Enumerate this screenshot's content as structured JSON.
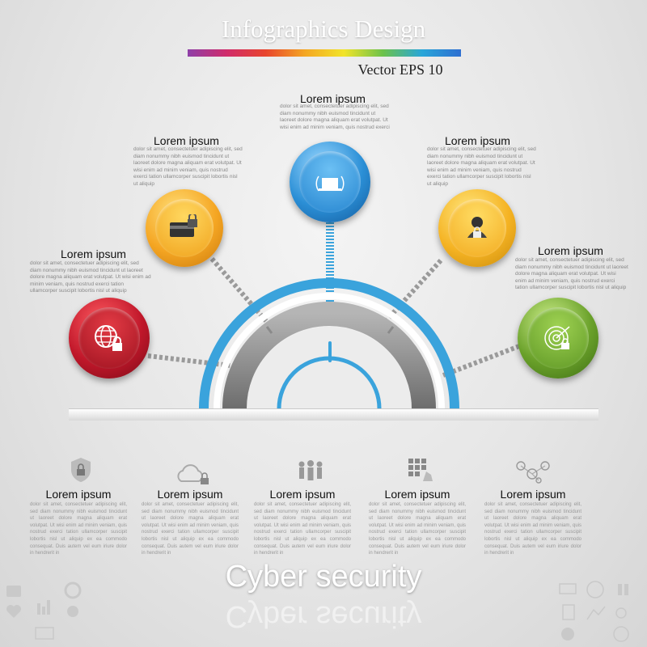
{
  "header": {
    "title": "Infographics Design",
    "subtitle": "Vector  EPS 10"
  },
  "nodes": [
    {
      "id": "globe-lock",
      "title": "Lorem ipsum",
      "body": "dolor sit amet, consectetuer adipiscing elit, sed diam nonummy nibh euismod tincidunt ut laoreet dolore magna aliquam erat volutpat. Ut wisi enim ad minim veniam, quis nostrud exerci tation ullamcorper suscipit lobortis nisl ut aliquip",
      "color": "#c0172a"
    },
    {
      "id": "card-lock",
      "title": "Lorem ipsum",
      "body": "dolor sit amet, consectetuer adipiscing elit, sed diam nonummy nibh euismod tincidunt ut laoreet dolore magna aliquam erat volutpat. Ut wisi enim ad minim veniam, quis nostrud exerci tation ullamcorper suscipit lobortis nisl ut aliquip",
      "color": "#f5a623"
    },
    {
      "id": "laptop-wifi",
      "title": "Lorem ipsum",
      "body": "dolor sit amet, consectetuer adipiscing elit, sed diam nonummy nibh euismod tincidunt ut laoreet dolore magna aliquam erat volutpat. Ut wisi enim ad minim veniam, quis nostrud exerci",
      "color": "#2b8fd6"
    },
    {
      "id": "hacker-lock",
      "title": "Lorem ipsum",
      "body": "dolor sit amet, consectetuer adipiscing elit, sed diam nonummy nibh euismod tincidunt ut laoreet dolore magna aliquam erat volutpat. Ut wisi enim ad minim veniam, quis nostrud exerci tation ullamcorper suscipit lobortis nisl ut aliquip",
      "color": "#f5b323"
    },
    {
      "id": "target-lock",
      "title": "Lorem ipsum",
      "body": "dolor sit amet, consectetuer adipiscing elit, sed diam nonummy nibh euismod tincidunt ut laoreet dolore magna aliquam erat volutpat. Ut wisi enim ad minim veniam, quis nostrud exerci tation ullamcorper suscipit lobortis nisl ut aliquip",
      "color": "#6aa12a"
    }
  ],
  "bottom_items": [
    {
      "icon": "shield-lock-icon",
      "title": "Lorem ipsum",
      "body": "dolor sit amet, consectetuer adipiscing elit, sed diam nonummy nibh euismod tincidunt ut laoreet dolore magna aliquam erat volutpat. Ut wisi enim ad minim veniam, quis nostrud exerci tation ullamcorper suscipit lobortis nisl ut aliquip ex ea commodo consequat. Duis autem vel eum iriure dolor in hendrerit in"
    },
    {
      "icon": "cloud-lock-icon",
      "title": "Lorem ipsum",
      "body": "dolor sit amet, consectetuer adipiscing elit, sed diam nonummy nibh euismod tincidunt ut laoreet dolore magna aliquam erat volutpat. Ut wisi enim ad minim veniam, quis nostrud exerci tation ullamcorper suscipit lobortis nisl ut aliquip ex ea commodo consequat. Duis autem vel eum iriure dolor in hendrerit in"
    },
    {
      "icon": "people-group-icon",
      "title": "Lorem ipsum",
      "body": "dolor sit amet, consectetuer adipiscing elit, sed diam nonummy nibh euismod tincidunt ut laoreet dolore magna aliquam erat volutpat. Ut wisi enim ad minim veniam, quis nostrud exerci tation ullamcorper suscipit lobortis nisl ut aliquip ex ea commodo consequat. Duis autem vel eum iriure dolor in hendrerit in"
    },
    {
      "icon": "keypad-hand-icon",
      "title": "Lorem ipsum",
      "body": "dolor sit amet, consectetuer adipiscing elit, sed diam nonummy nibh euismod tincidunt ut laoreet dolore magna aliquam erat volutpat. Ut wisi enim ad minim veniam, quis nostrud exerci tation ullamcorper suscipit lobortis nisl ut aliquip ex ea commodo consequat. Duis autem vel eum iriure dolor in hendrerit in"
    },
    {
      "icon": "network-nodes-icon",
      "title": "Lorem ipsum",
      "body": "dolor sit amet, consectetuer adipiscing elit, sed diam nonummy nibh euismod tincidunt ut laoreet dolore magna aliquam erat volutpat. Ut wisi enim ad minim veniam, quis nostrud exerci tation ullamcorper suscipit lobortis nisl ut aliquip ex ea commodo consequat. Duis autem vel eum iriure dolor in hendrerit in"
    }
  ],
  "footer": {
    "title": "Cyber security"
  },
  "colors": {
    "arc_blue": "#3aa3dc",
    "arc_gray": "#8a8a8a",
    "connector": "#9a9a9a"
  }
}
